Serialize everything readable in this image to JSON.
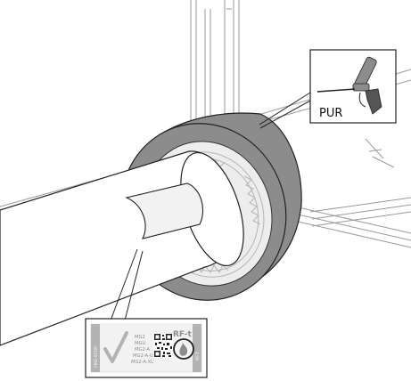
{
  "callout_foam": {
    "label": "PUR",
    "icon": "foam-gun-icon"
  },
  "product_label": {
    "side_left_text": "FIRE-STOP",
    "side_right_text": "RF-T",
    "models": [
      "MG2",
      "MGU",
      "MG2-A",
      "MG2-A-U",
      "MG2-A-XL"
    ],
    "rf_text": "RF-t",
    "icons": [
      "checkmark-icon",
      "qr-code-icon",
      "flame-seal-icon"
    ]
  },
  "colors": {
    "sleeve_outer": "#8c8c8c",
    "sleeve_inner": "#ededed",
    "pipe": "#ffffff",
    "label_patch": "#f2f2f2",
    "line": "#333333"
  }
}
